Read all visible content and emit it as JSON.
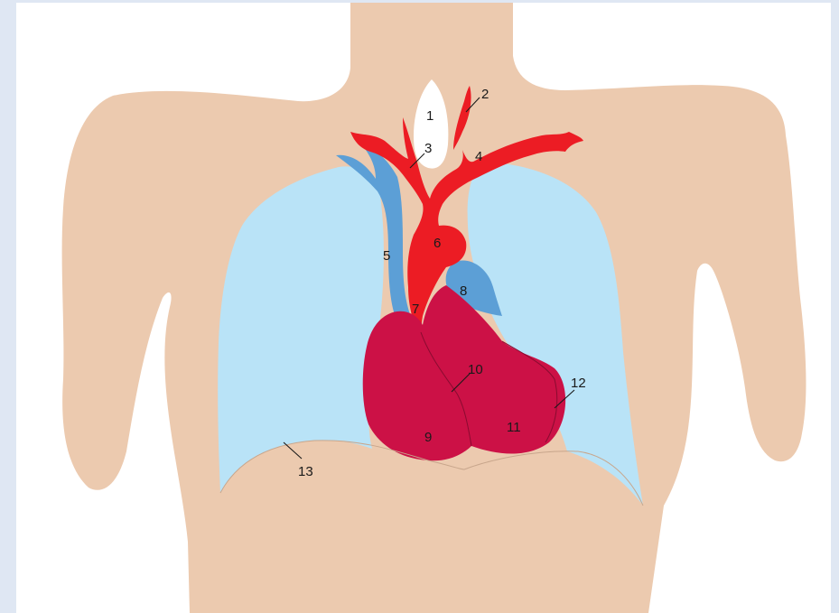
{
  "diagram": {
    "labels": [
      "1",
      "2",
      "3",
      "4",
      "5",
      "6",
      "7",
      "8",
      "9",
      "10",
      "11",
      "12",
      "13"
    ]
  },
  "colors": {
    "background_frame": "#dfe7f3",
    "canvas": "#ffffff",
    "skin": "#eccaaf",
    "lung": "#b9e3f7",
    "vein_blue": "#5c9fd6",
    "artery_red": "#ec1c24",
    "heart": "#cc1146",
    "trachea": "#ffffff"
  }
}
